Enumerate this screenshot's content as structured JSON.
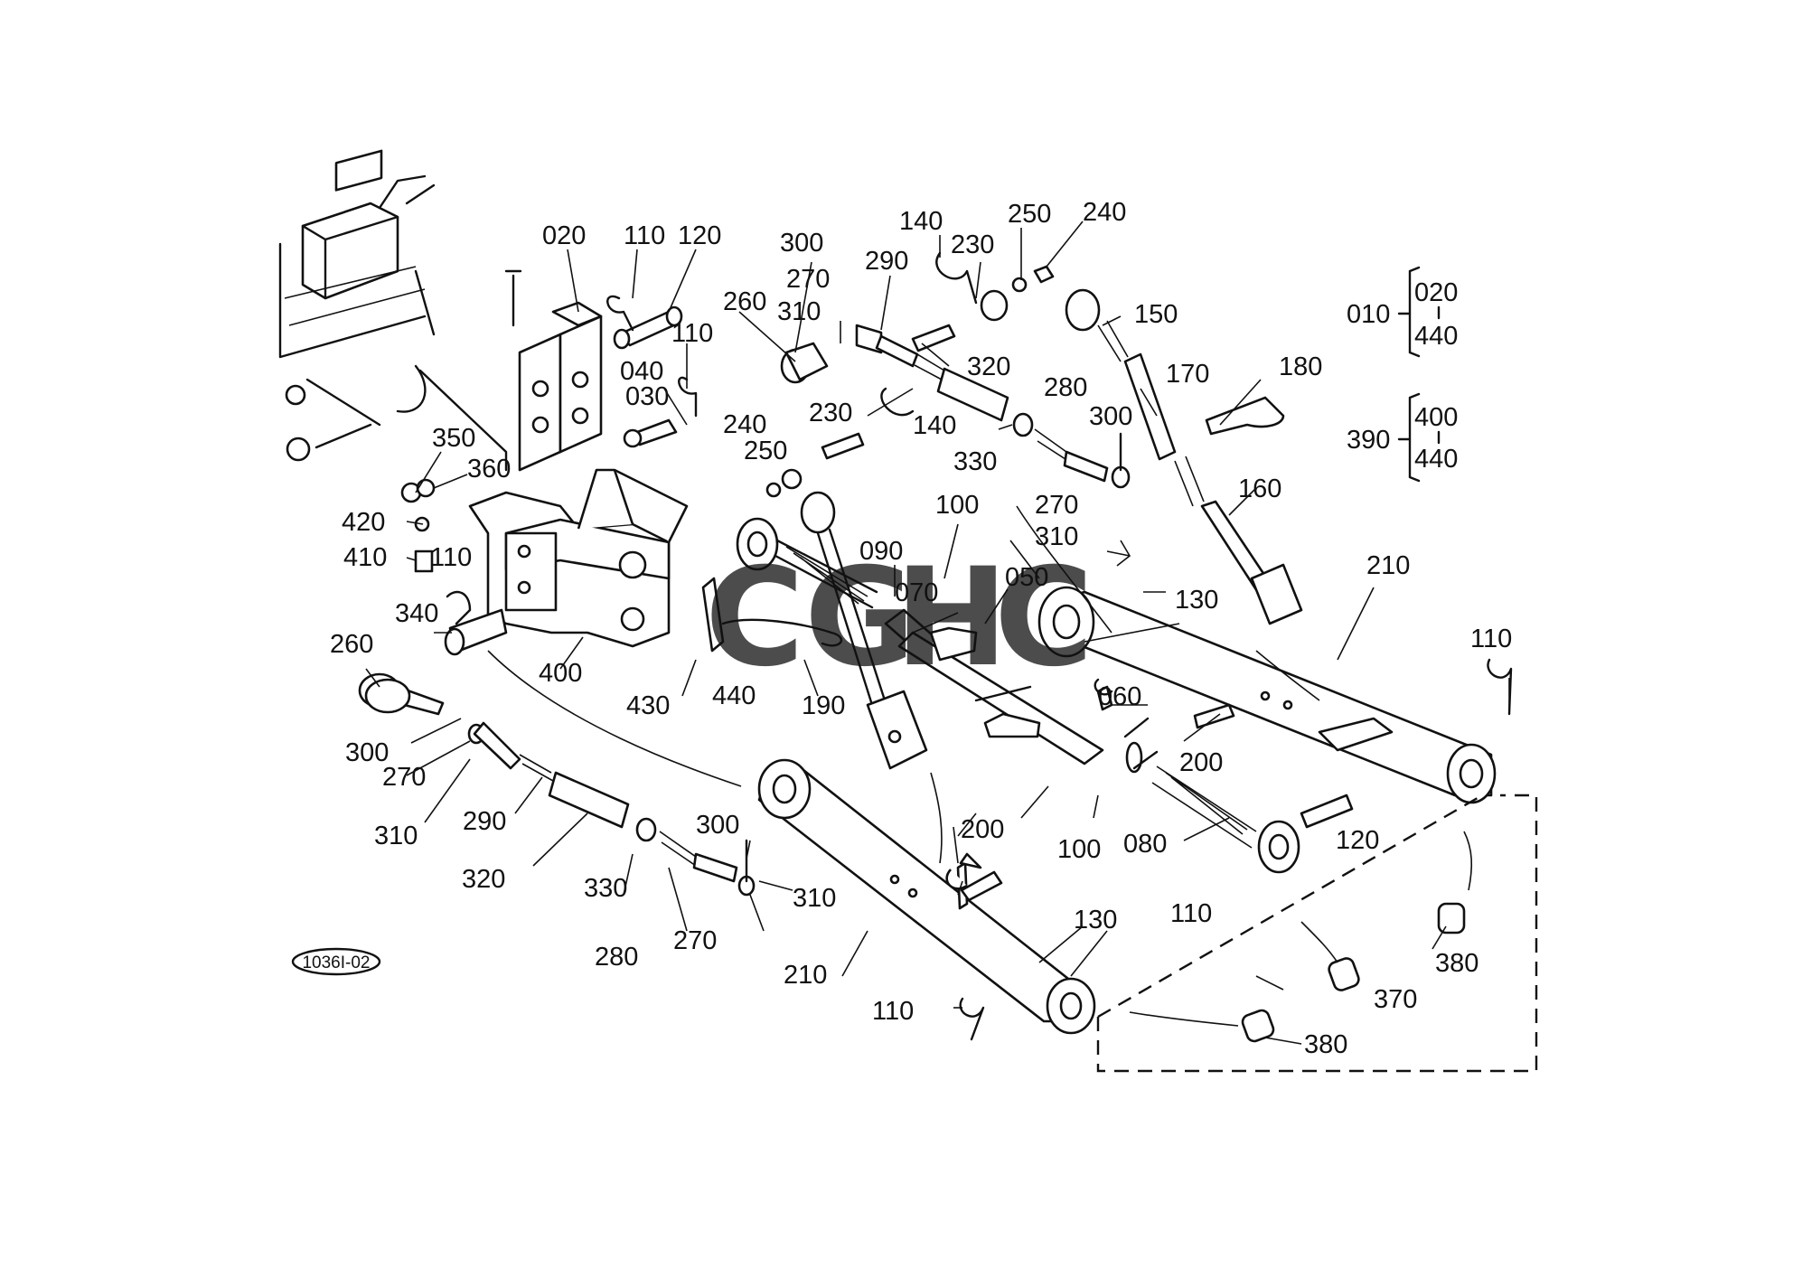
{
  "diagram_code": "1036I-02",
  "watermark": {
    "letters": [
      "C",
      "G",
      "H",
      "C"
    ],
    "colors": [
      "#4f8ff2",
      "#f06060",
      "#f2cf3a",
      "#4caf78"
    ]
  },
  "legend": [
    {
      "parent": "010",
      "from": "020",
      "to": "440"
    },
    {
      "parent": "390",
      "from": "400",
      "to": "440"
    }
  ],
  "labels": [
    "020",
    "110",
    "120",
    "300",
    "270",
    "290",
    "140",
    "230",
    "250",
    "240",
    "150",
    "260",
    "310",
    "110",
    "040",
    "030",
    "320",
    "170",
    "180",
    "230",
    "140",
    "280",
    "300",
    "240",
    "250",
    "350",
    "360",
    "330",
    "160",
    "270",
    "310",
    "100",
    "420",
    "090",
    "410",
    "110",
    "050",
    "070",
    "130",
    "210",
    "340",
    "260",
    "400",
    "430",
    "440",
    "190",
    "060",
    "110",
    "300",
    "200",
    "270",
    "310",
    "290",
    "320",
    "100",
    "080",
    "120",
    "200",
    "330",
    "300",
    "280",
    "310",
    "270",
    "210",
    "130",
    "110",
    "110",
    "380",
    "370",
    "380"
  ]
}
